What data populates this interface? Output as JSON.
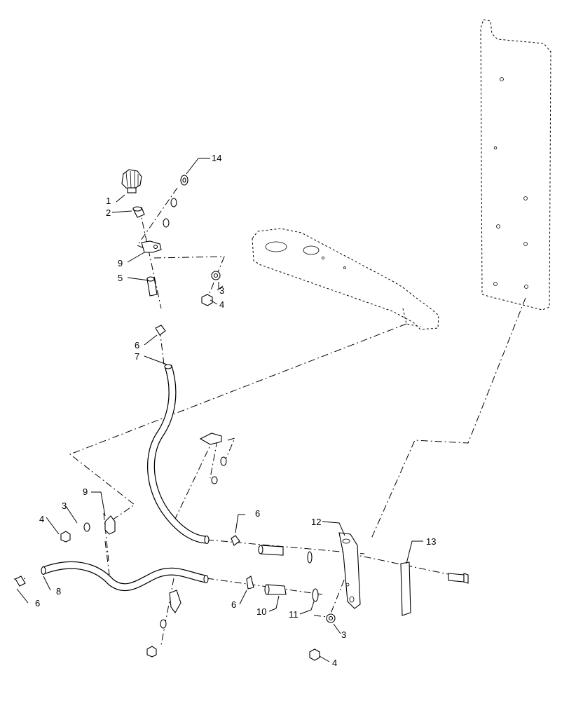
{
  "callouts": [
    {
      "id": "c1",
      "label": "1"
    },
    {
      "id": "c2",
      "label": "2"
    },
    {
      "id": "c3a",
      "label": "3"
    },
    {
      "id": "c3b",
      "label": "3"
    },
    {
      "id": "c3c",
      "label": "3"
    },
    {
      "id": "c4a",
      "label": "4"
    },
    {
      "id": "c4b",
      "label": "4"
    },
    {
      "id": "c4c",
      "label": "4"
    },
    {
      "id": "c5",
      "label": "5"
    },
    {
      "id": "c6a",
      "label": "6"
    },
    {
      "id": "c6b",
      "label": "6"
    },
    {
      "id": "c6c",
      "label": "6"
    },
    {
      "id": "c6d",
      "label": "6"
    },
    {
      "id": "c7",
      "label": "7"
    },
    {
      "id": "c8",
      "label": "8"
    },
    {
      "id": "c9a",
      "label": "9"
    },
    {
      "id": "c9b",
      "label": "9"
    },
    {
      "id": "c10",
      "label": "10"
    },
    {
      "id": "c11",
      "label": "11"
    },
    {
      "id": "c12",
      "label": "12"
    },
    {
      "id": "c13",
      "label": "13"
    },
    {
      "id": "c14",
      "label": "14"
    }
  ]
}
